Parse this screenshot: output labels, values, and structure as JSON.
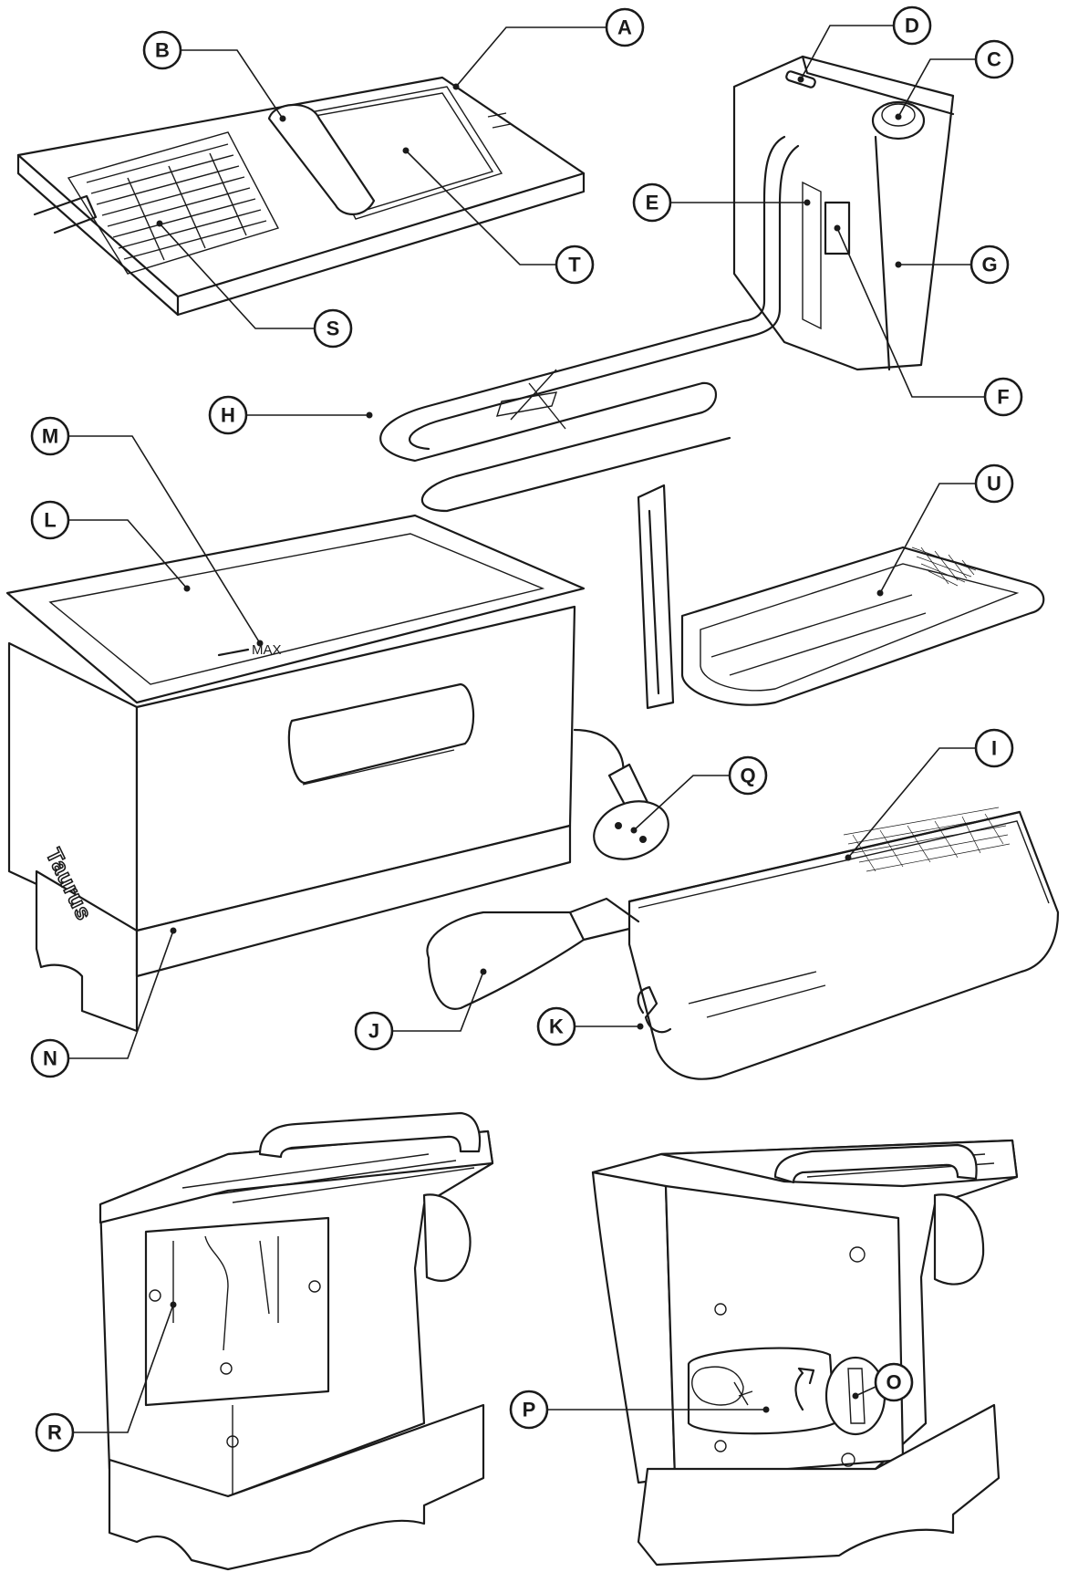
{
  "callouts": {
    "A": "A",
    "B": "B",
    "C": "C",
    "D": "D",
    "E": "E",
    "F": "F",
    "G": "G",
    "H": "H",
    "I": "I",
    "J": "J",
    "K": "K",
    "L": "L",
    "M": "M",
    "N": "N",
    "O": "O",
    "P": "P",
    "Q": "Q",
    "R": "R",
    "S": "S",
    "T": "T",
    "U": "U"
  },
  "labels": {
    "max_mark": "MAX",
    "brand": "Taurus"
  }
}
